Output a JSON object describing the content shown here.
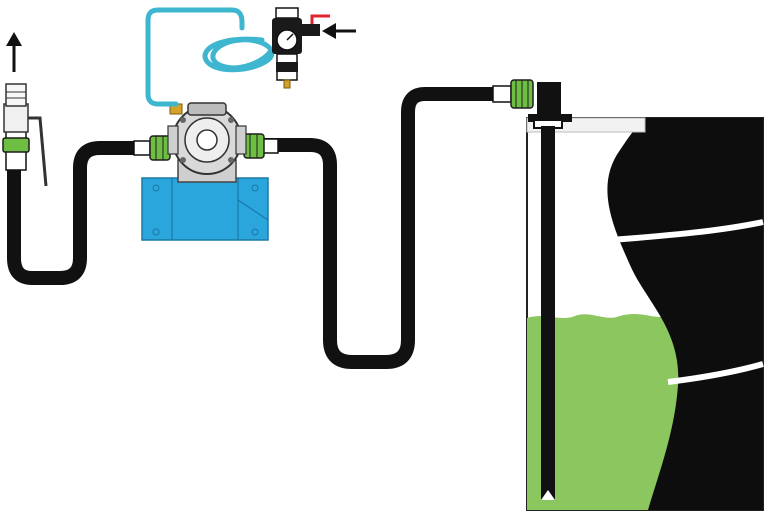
{
  "diagram": {
    "colors": {
      "hose": "#111111",
      "air_line": "#3fb6cf",
      "pump_base": "#2aa6dc",
      "pump_body": "#d9d9d9",
      "fitting_green": "#6fbe44",
      "liquid": "#8cc65f",
      "tank_outline": "#222222",
      "valve_red": "#e0232f",
      "brass": "#d6a22a"
    },
    "flow_arrows": [
      {
        "name": "outlet-flow-arrow",
        "direction": "up"
      },
      {
        "name": "air-inlet-arrow",
        "direction": "left"
      }
    ]
  }
}
